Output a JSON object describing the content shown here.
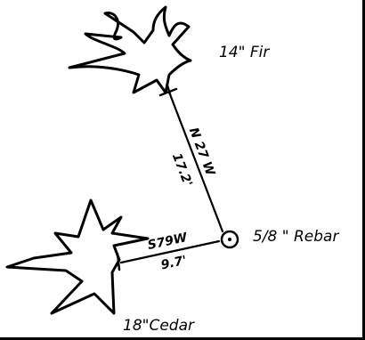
{
  "labels": {
    "fir": "14\" Fir",
    "rebar": "5/8 \" Rebar",
    "cedar": "18\"Cedar"
  },
  "tie_to_fir": {
    "bearing": "N 27 W",
    "distance": "17.2'"
  },
  "tie_to_cedar": {
    "bearing": "S79W",
    "distance": "9.7'"
  }
}
